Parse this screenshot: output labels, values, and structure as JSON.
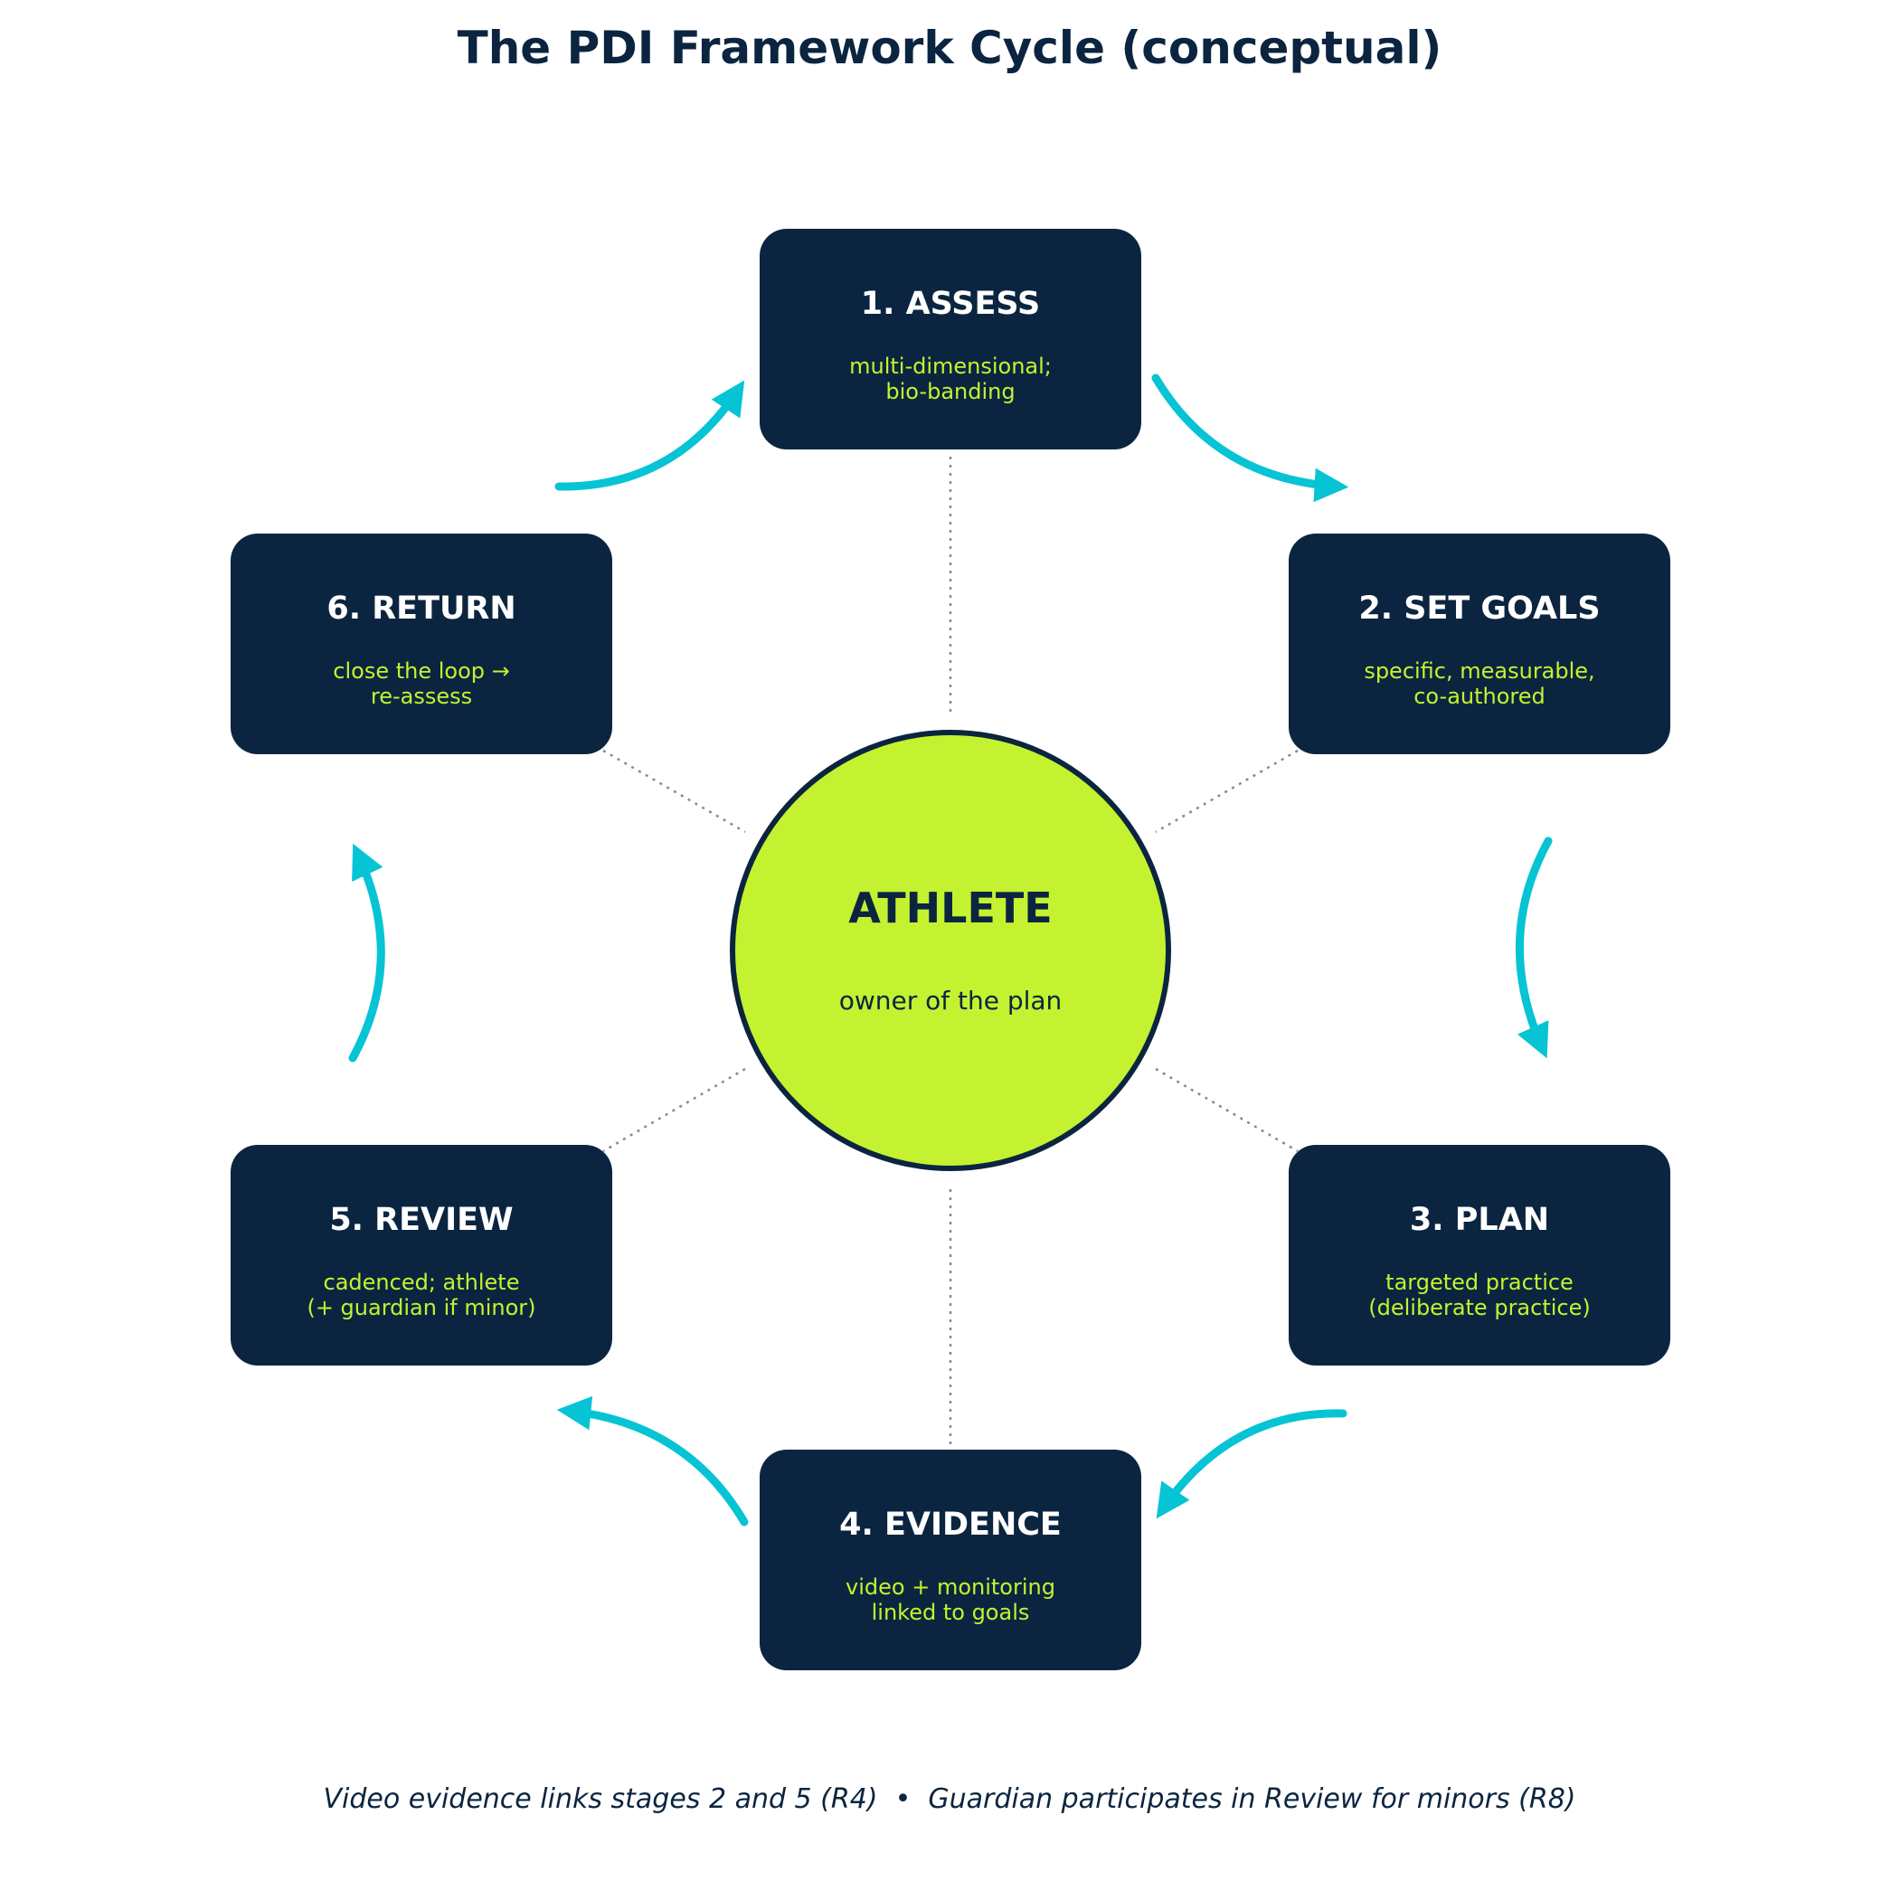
{
  "title": "The PDI Framework Cycle (conceptual)",
  "colors": {
    "box_fill": "#0b2540",
    "box_title": "#ffffff",
    "box_subtitle": "#c4f230",
    "hub_fill": "#c4f230",
    "hub_stroke": "#0b2540",
    "arrow": "#06c4d4",
    "connector": "#7f8c99"
  },
  "hub": {
    "title": "ATHLETE",
    "subtitle": "owner of the plan"
  },
  "stages": [
    {
      "title": "1. ASSESS",
      "lines": [
        "multi-dimensional;",
        "bio-banding"
      ]
    },
    {
      "title": "2. SET GOALS",
      "lines": [
        "specific, measurable,",
        "co-authored"
      ]
    },
    {
      "title": "3. PLAN",
      "lines": [
        "targeted practice",
        "(deliberate practice)"
      ]
    },
    {
      "title": "4. EVIDENCE",
      "lines": [
        "video + monitoring",
        "linked to goals"
      ]
    },
    {
      "title": "5. REVIEW",
      "lines": [
        "cadenced; athlete",
        "(+ guardian if minor)"
      ]
    },
    {
      "title": "6. RETURN",
      "lines": [
        "close the loop →",
        "re-assess"
      ]
    }
  ],
  "footer": "Video evidence links stages 2 and 5 (R4)  •  Guardian participates in Review for minors (R8)"
}
